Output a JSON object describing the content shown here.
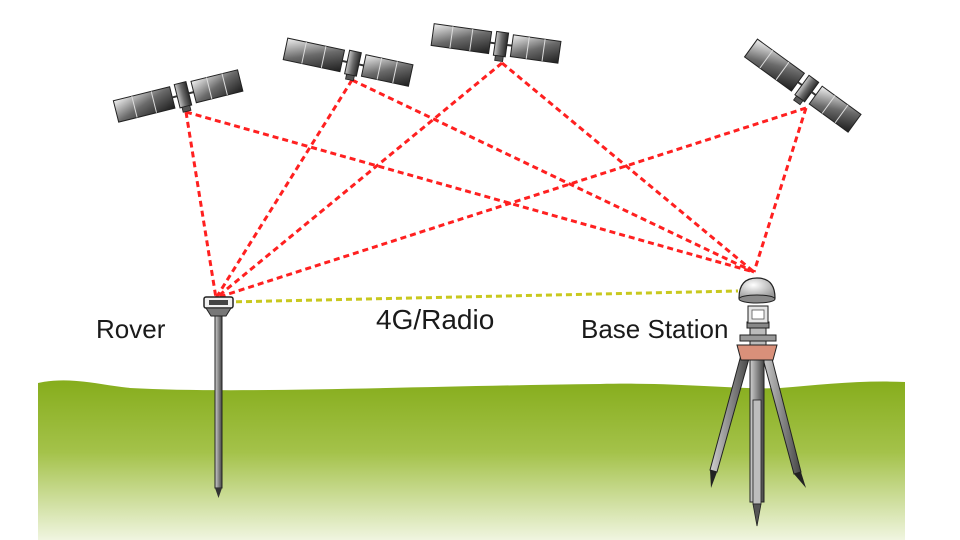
{
  "labels": {
    "rover": "Rover",
    "link": "4G/Radio",
    "base_station": "Base Station"
  },
  "colors": {
    "satellite_signal": "#ff2020",
    "correction_link": "#c8c81e",
    "ground": "#8ab020",
    "ground_light": "#eef3d8",
    "tripod_collar": "#d9907a"
  },
  "icons": [
    "satellite-icon",
    "gnss-antenna-icon",
    "survey-pole-icon",
    "tripod-icon"
  ]
}
